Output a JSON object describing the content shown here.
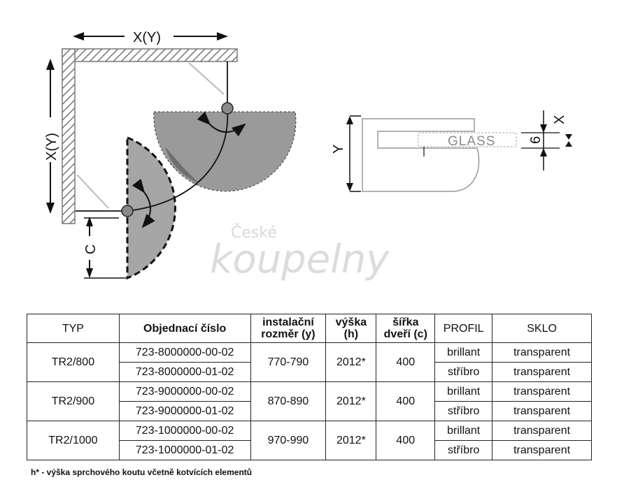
{
  "diagram": {
    "dim_top": "X(Y)",
    "dim_left": "X(Y)",
    "dim_c": "C",
    "profile_glass_label": "GLASS",
    "profile_y": "Y",
    "profile_x": "X",
    "profile_6": "6",
    "watermark_small": "České",
    "watermark_big": "koupelny"
  },
  "table": {
    "headers": {
      "typ": "TYP",
      "order": "Objednací číslo",
      "install_1": "instalační",
      "install_2": "rozměr (y)",
      "height_1": "výška",
      "height_2": "(h)",
      "width_1": "šířka",
      "width_2": "dveří (c)",
      "profil": "PROFIL",
      "sklo": "SKLO"
    },
    "rows": [
      {
        "typ": "TR2/800",
        "code_a": "723-8000000-00-02",
        "code_b": "723-8000000-01-02",
        "install": "770-790",
        "height": "2012*",
        "width": "400",
        "profil_a": "brillant",
        "profil_b": "stříbro",
        "sklo_a": "transparent",
        "sklo_b": "transparent"
      },
      {
        "typ": "TR2/900",
        "code_a": "723-9000000-00-02",
        "code_b": "723-9000000-01-02",
        "install": "870-890",
        "height": "2012*",
        "width": "400",
        "profil_a": "brillant",
        "profil_b": "stříbro",
        "sklo_a": "transparent",
        "sklo_b": "transparent"
      },
      {
        "typ": "TR2/1000",
        "code_a": "723-1000000-00-02",
        "code_b": "723-1000000-01-02",
        "install": "970-990",
        "height": "2012*",
        "width": "400",
        "profil_a": "brillant",
        "profil_b": "stříbro",
        "sklo_a": "transparent",
        "sklo_b": "transparent"
      }
    ]
  },
  "footnote": "h* - výška sprchového koutu včetně kotvících elementů"
}
